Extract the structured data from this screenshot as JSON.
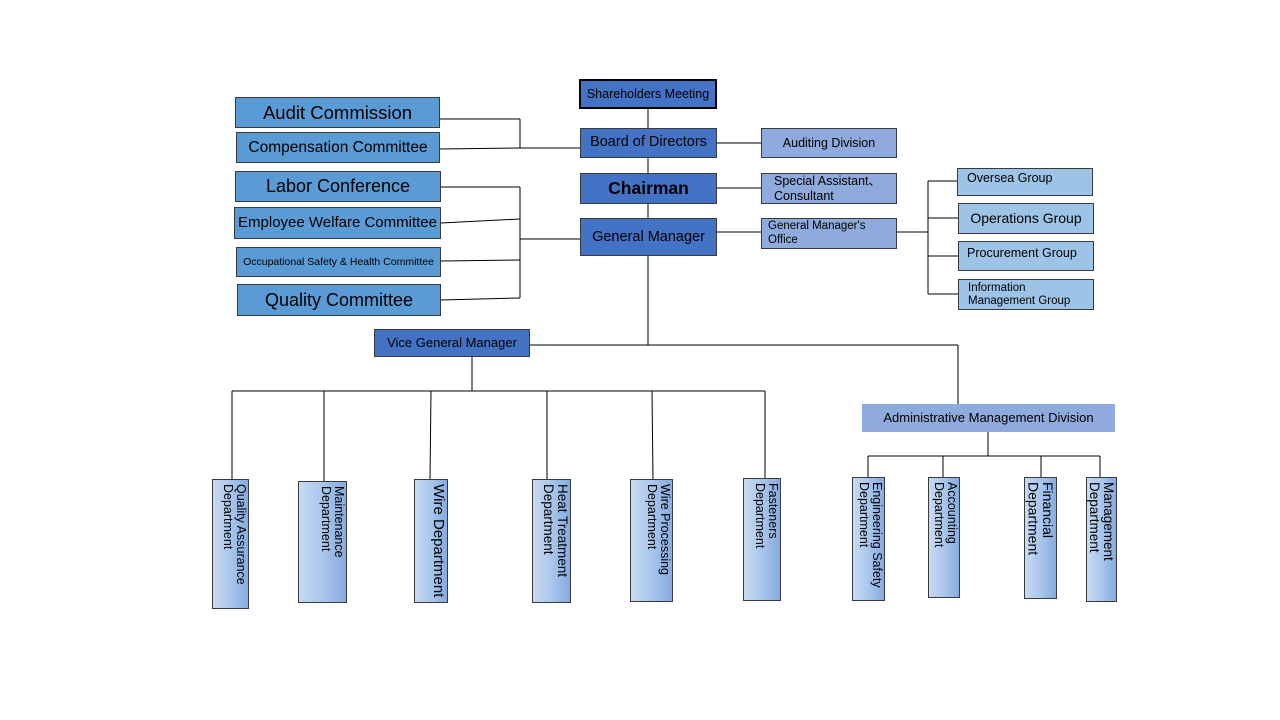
{
  "top": {
    "shareholders": "Shareholders  Meeting",
    "board": "Board of Directors",
    "chairman": "Chairman",
    "general_manager": "General Manager",
    "vice_general_manager": "Vice General Manager"
  },
  "committees": {
    "audit": "Audit Commission",
    "compensation": "Compensation Committee",
    "labor": "Labor Conference",
    "welfare": "Employee Welfare Committee",
    "safety": "Occupational Safety & Health Committee",
    "quality": "Quality Committee"
  },
  "staff": {
    "auditing": "Auditing Division",
    "special_assistant": "Special Assistant、Consultant",
    "gm_office": "General Manager's Office"
  },
  "groups": {
    "oversea": "Oversea  Group",
    "operations": "Operations Group",
    "procurement": "Procurement  Group",
    "information": "Information Management Group"
  },
  "admin_division": "Administrative Management  Division",
  "departments": {
    "quality_assurance": "Quality Assurance Department",
    "maintenance": "Maintenance Department",
    "wire": "Wire Department",
    "heat_treatment": "Heat Treatment Department",
    "wire_processing": "Wire  Processing Department",
    "fasteners": "Fasteners Department",
    "engineering_safety": "Engineering  Safety Department",
    "accounting": "Accounting Department",
    "financial": "Financial Department",
    "management": "Management Department"
  },
  "colors": {
    "light_blue": "#5b9bd5",
    "dark_blue": "#4472c4",
    "lavender": "#8faadc",
    "pale_blue": "#9dc3e6",
    "line": "#000000"
  }
}
